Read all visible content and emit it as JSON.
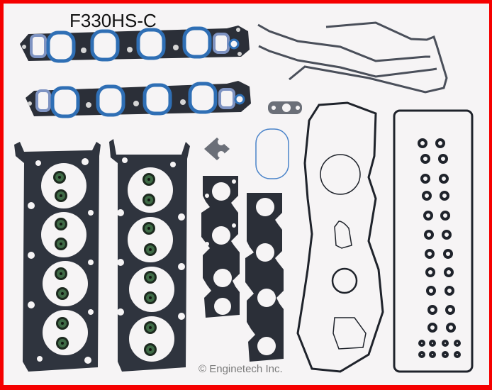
{
  "product": {
    "part_number": "F330HS-C",
    "copyright": "© Enginetech Inc.",
    "kit_type": "Engine head gasket set"
  },
  "colors": {
    "border": "#f50000",
    "background": "#f6f4f5",
    "gasket_dark": "#2b2f38",
    "gasket_blue": "#2f6fb5",
    "valve_seal_green": "#3f6b46",
    "label_text": "#111111",
    "copyright_text": "#7a7a7a"
  },
  "components": [
    {
      "name": "intake-manifold-gasket",
      "count": 2
    },
    {
      "name": "cylinder-head-gasket",
      "count": 2
    },
    {
      "name": "exhaust-manifold-gasket",
      "count": 2
    },
    {
      "name": "valve-cover-gasket",
      "count": 2
    },
    {
      "name": "timing-cover-seal",
      "count": 3
    },
    {
      "name": "egr-gasket",
      "count": 1
    },
    {
      "name": "iac-gasket",
      "count": 1
    },
    {
      "name": "throttle-body-o-ring",
      "count": 1
    },
    {
      "name": "valve-stem-seal",
      "count": 16
    }
  ]
}
